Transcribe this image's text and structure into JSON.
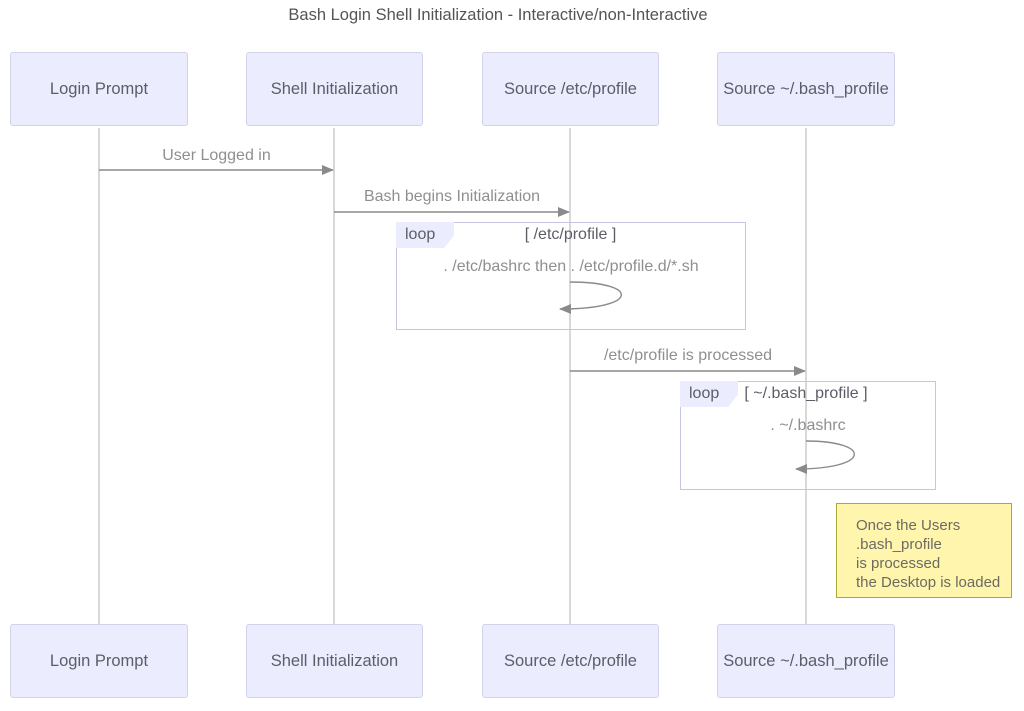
{
  "diagram_type": "sequence",
  "title": "Bash Login Shell Initialization - Interactive/non-Interactive",
  "actors": [
    {
      "label": "Login Prompt"
    },
    {
      "label": "Shell Initialization"
    },
    {
      "label": "Source /etc/profile"
    },
    {
      "label": "Source ~/.bash_profile"
    }
  ],
  "messages": [
    {
      "label": "User Logged in",
      "from": "Login Prompt",
      "to": "Shell Initialization"
    },
    {
      "label": "Bash begins Initialization",
      "from": "Shell Initialization",
      "to": "Source /etc/profile"
    },
    {
      "label": "/etc/profile is processed",
      "from": "Source /etc/profile",
      "to": "Source ~/.bash_profile"
    }
  ],
  "loops": [
    {
      "keyword": "loop",
      "condition": "[ /etc/profile ]",
      "message": ". /etc/bashrc then . /etc/profile.d/*.sh",
      "on": "Source /etc/profile"
    },
    {
      "keyword": "loop",
      "condition": "[ ~/.bash_profile ]",
      "message": ". ~/.bashrc",
      "on": "Source ~/.bash_profile"
    }
  ],
  "note": {
    "lines": [
      "Once the Users",
      ".bash_profile",
      "is processed",
      "the Desktop is loaded"
    ]
  },
  "colors": {
    "actor_fill": "#ECECFF",
    "actor_border": "#d2d2ea",
    "loop_border": "#c6c6e2",
    "note_fill": "#fff5ad",
    "note_border": "#aaaa33",
    "arrow": "#8a8a8a",
    "lifeline": "#d8d8d8",
    "text_primary": "#5d5d68",
    "text_secondary": "#8f8f8f"
  }
}
